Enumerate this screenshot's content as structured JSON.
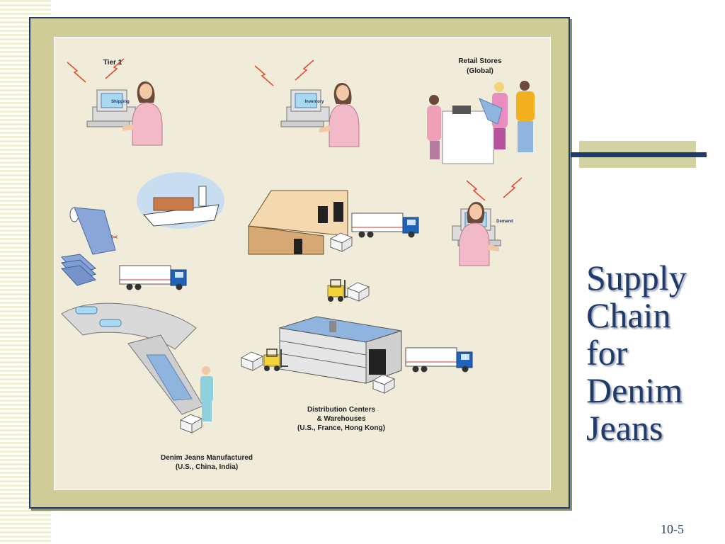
{
  "slide": {
    "title_lines": [
      "Supply",
      "Chain",
      "for",
      "Denim",
      "Jeans"
    ],
    "page_number": "10-5"
  },
  "diagram": {
    "labels": {
      "tier1": "Tier 1",
      "retail_line1": "Retail Stores",
      "retail_line2": "(Global)",
      "shipping": "Shipping",
      "inventory": "Inventory",
      "demand": "Demand",
      "dc_line1": "Distribution Centers",
      "dc_line2": "& Warehouses",
      "dc_line3": "(U.S., France, Hong Kong)",
      "mfg_line1": "Denim Jeans Manufactured",
      "mfg_line2": "(U.S., China, India)"
    }
  },
  "colors": {
    "frame": "#cfcc97",
    "panel": "#f1ecda",
    "navy": "#1c3d6b",
    "title": "#1f3b6b",
    "accent_light": "#d3d2a2"
  },
  "icons": [
    "computer-icon",
    "person-icon",
    "lightning-icon",
    "ship-icon",
    "truck-icon",
    "warehouse-icon",
    "forklift-icon",
    "box-icon",
    "fabric-roll-icon",
    "conveyor-icon"
  ]
}
